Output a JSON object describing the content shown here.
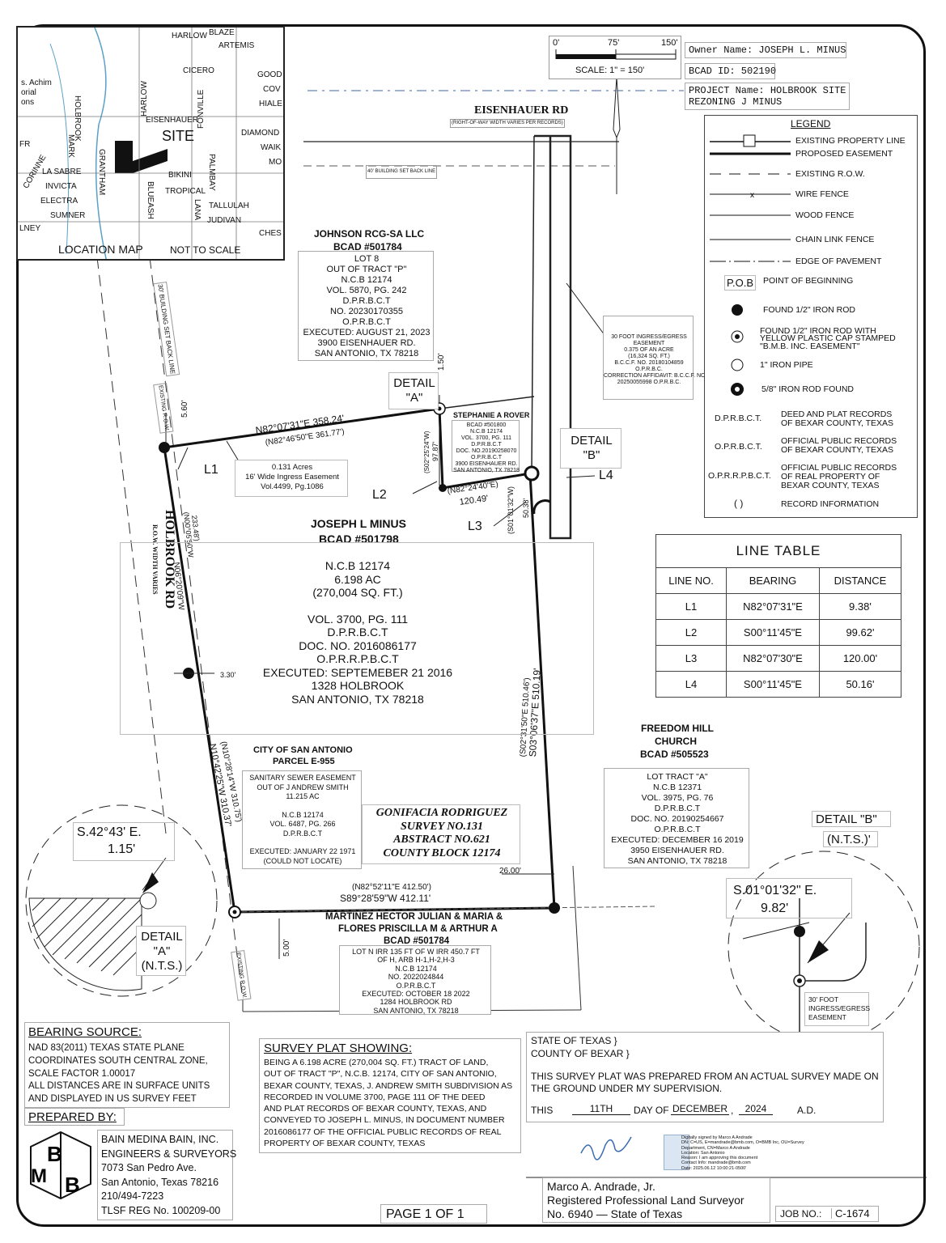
{
  "location_map": {
    "streets": [
      "HARLOW",
      "BLAZE",
      "ARTEMIS",
      "CICERO",
      "GOOD",
      "COV",
      "HIALE",
      "HOLBROOK",
      "HARLOW",
      "EISENHAUER",
      "FONVILLE",
      "DIAMOND",
      "WAIK",
      "MO",
      "LA SABRE",
      "GRANTHAM",
      "CORINNE",
      "INVICTA",
      "ELECTRA",
      "SUMNER",
      "PALMBAY",
      "BIKINI",
      "TROPICAL",
      "TALLULAH",
      "JUDIVAN",
      "CHES",
      "BLUEASH",
      "LNEY",
      "FR",
      "MARK",
      "LANA"
    ],
    "upper_left_labels": [
      "s. Achim",
      "orial",
      "ons"
    ],
    "site_label": "SITE",
    "title": "LOCATION MAP",
    "scale_note": "NOT TO SCALE"
  },
  "scale_bar": {
    "ticks": [
      "0'",
      "75'",
      "150'"
    ],
    "scale_text": "SCALE:   1\" = 150'"
  },
  "owner_box": {
    "owner": "Owner Name: JOSEPH L. MINUS",
    "bcad": "BCAD ID: 502190",
    "project_line1": "PROJECT Name: HOLBROOK SITE",
    "project_line2": "REZONING J MINUS"
  },
  "roads": {
    "eisenhauer": "EISENHAUER RD",
    "eisenhauer_row": "(RIGHT-OF-WAY WIDTH VARIES PER RECORDS)",
    "setback_40": "40' BUILDING SET BACK LINE",
    "setback_30": "30' BUILDING SET BACK LINE",
    "holbrook": "HOLBROOK RD",
    "holbrook_row": "R.O.W. WIDTH VARIES",
    "existing_row": "EXISTING R.O.W.",
    "existing_row2": "EXISTING R.O.W."
  },
  "johnson": {
    "title1": "JOHNSON RCG-SA LLC",
    "title2": "BCAD #501784",
    "lines": [
      "LOT 8",
      "OUT OF TRACT \"P\"",
      "N.C.B 12174",
      "VOL. 5870, PG. 242",
      "D.P.R.B.C.T",
      "NO. 20230170355",
      "O.P.R.B.C.T",
      "EXECUTED: AUGUST 21, 2023",
      "3900 EISENHAUER RD.",
      "SAN ANTONIO, TX 78218"
    ]
  },
  "easement_note": {
    "lines": [
      "30 FOOT INGRESS/EGRESS",
      "EASEMENT",
      "0.375 OF AN ACRE",
      "(16,324 SQ. FT.)",
      "B.C.C.F. NO. 20180104859",
      "O.P.R.B.C.",
      "CORRECTION AFFIDAVIT: B.C.C.F. NO.",
      "20250055998 O.P.R.B.C."
    ]
  },
  "rover": {
    "title": "STEPHANIE A ROVER",
    "lines": [
      "BCAD #501800",
      "N.C.B 12174",
      "VOL. 3700, PG. 111",
      "D.P.R.B.C.T",
      "DOC. NO.20190258070",
      "O.P.R.B.C.T",
      "3900 EISENHAUER RD.",
      "SAN ANTONIO, TX 78218"
    ]
  },
  "details_callouts": {
    "detail_a": [
      "DETAIL",
      "\"A\""
    ],
    "detail_b": [
      "DETAIL",
      "\"B\""
    ]
  },
  "line_labels": {
    "l1": "L1",
    "l2": "L2",
    "l3": "L3",
    "l4": "L4"
  },
  "dimensions": {
    "north_bearing": "N82°07'31\"E   358.24'",
    "north_record": "(N82°46'50\"E   361.77')",
    "ingress_lines": [
      "0.131 Acres",
      "16' Wide Ingress Easement",
      "Vol.4499, Pg.1086"
    ],
    "d560": "5.60'",
    "d150": "1.50'",
    "rover_west": "(S02°25'24\"W)",
    "rover_west_dist": "97.87'",
    "l3_record": "(N82°24'40\"E)",
    "l3_dist": "120.49'",
    "s_small": "(S01°01'32\"W)",
    "d5038": "50.38'",
    "east_record": "(S02°31'50\"E  510.46')",
    "east_bearing": "S03°06'37\"E  510.19'",
    "west_top1": "(N00°05'50\"W",
    "west_top2": "233.48')",
    "west_top3": "N06°20'09\"W",
    "d330": "3.30'",
    "west_low1": "(N10°28'14\"W  310.75')",
    "west_low2": "N10°42'25\"W  310.37'",
    "south_record": "(N82°52'11\"E   412.50')",
    "south_bearing": "S89°28'59\"W   412.11'",
    "d2600": "26.00'",
    "d500": "5.00'"
  },
  "subject": {
    "title1": "JOSEPH L MINUS",
    "title2": "BCAD #501798",
    "lines": [
      "N.C.B 12174",
      "6.198 AC",
      "(270,004 SQ. FT.)",
      "",
      "VOL. 3700, PG. 111",
      "D.P.R.B.C.T",
      "DOC. NO. 2016086177",
      "O.P.R.R.P.B.C.T",
      "EXECUTED: SEPTEMEBER 21 2016",
      "1328 HOLBROOK",
      "SAN ANTONIO, TX 78218"
    ]
  },
  "city": {
    "title1": "CITY OF SAN ANTONIO",
    "title2": "PARCEL E-955",
    "lines": [
      "SANITARY SEWER EASEMENT",
      "OUT OF J ANDREW SMITH",
      "11.215 AC",
      "",
      "N.C.B 12174",
      "VOL. 6487, PG. 266",
      "D.P.R.B.C.T",
      "",
      "EXECUTED: JANUARY 22 1971",
      "(COULD NOT LOCATE)"
    ]
  },
  "survey": {
    "lines": [
      "GONIFACIA RODRIGUEZ",
      "SURVEY NO.131",
      "ABSTRACT NO.621",
      "COUNTY BLOCK 12174"
    ]
  },
  "freedom": {
    "title1": "FREEDOM HILL",
    "title2": "CHURCH",
    "title3": "BCAD #505523",
    "lines": [
      "LOT TRACT \"A\"",
      "N.C.B 12371",
      "VOL. 3975, PG. 76",
      "D.P.R.B.C.T",
      "DOC. NO. 20190254667",
      "O.P.R.B.C.T",
      "EXECUTED: DECEMBER 16 2019",
      "3950 EISENHAUER RD.",
      "SAN ANTONIO, TX 78218"
    ]
  },
  "martinez": {
    "title1": "MARTINEZ HECTOR JULIAN & MARIA &",
    "title2": "FLORES PRISCILLA M & ARTHUR A",
    "title3": "BCAD #501784",
    "lines": [
      "LOT N IRR 135 FT OF W IRR 450.7 FT",
      "OF H, ARB H-1,H-2,H-3",
      "N.C.B 12174",
      "NO. 2022024844",
      "O.P.R.B.C.T",
      "EXECUTED: OCTOBER 18 2022",
      "1284 HOLBROOK RD",
      "SAN ANTONIO, TX 78218"
    ]
  },
  "detail_a_inset": {
    "bearing": "S.42°43' E.",
    "dist": "1.15'",
    "label1": "DETAIL",
    "label2": "\"A\"",
    "label3": "(N.T.S.)"
  },
  "detail_b_inset": {
    "title": "DETAIL \"B\"",
    "nts": "(N.T.S.)'",
    "bearing": "S.01°01'32\" E.",
    "dist": "9.82'",
    "note": [
      "30' FOOT",
      "INGRESS/EGRESS",
      "EASEMENT"
    ]
  },
  "legend": {
    "title": "LEGEND",
    "items": [
      "EXISTING PROPERTY LINE",
      "PROPOSED EASEMENT",
      "EXISTING R.O.W.",
      "WIRE FENCE",
      "WOOD FENCE",
      "CHAIN LINK FENCE",
      "EDGE OF PAVEMENT"
    ],
    "pob_abbr": "P.O.B",
    "pob": "POINT OF BEGINNING",
    "found_half": "FOUND 1/2\" IRON ROD",
    "found_cap1": "FOUND 1/2\" IRON ROD WITH",
    "found_cap2": "YELLOW PLASTIC CAP STAMPED",
    "found_cap3": "\"B.M.B. INC. EASEMENT\"",
    "pipe": "1\" IRON PIPE",
    "rod58": "5/8\" IRON ROD FOUND",
    "abbr": [
      {
        "code": "D.P.R.B.C.T.",
        "l1": "DEED AND PLAT RECORDS",
        "l2": "OF BEXAR COUNTY, TEXAS",
        "l3": ""
      },
      {
        "code": "O.P.R.B.C.T.",
        "l1": "OFFICIAL PUBLIC RECORDS",
        "l2": "OF BEXAR COUNTY, TEXAS",
        "l3": ""
      },
      {
        "code": "O.P.R.R.P.B.C.T.",
        "l1": "OFFICIAL PUBLIC RECORDS",
        "l2": "OF REAL PROPERTY OF",
        "l3": "BEXAR COUNTY, TEXAS"
      }
    ],
    "record_sym": "(   )",
    "record": "RECORD INFORMATION"
  },
  "line_table": {
    "title": "LINE TABLE",
    "headers": [
      "LINE NO.",
      "BEARING",
      "DISTANCE"
    ],
    "rows": [
      [
        "L1",
        "N82°07'31\"E",
        "9.38'"
      ],
      [
        "L2",
        "S00°11'45\"E",
        "99.62'"
      ],
      [
        "L3",
        "N82°07'30\"E",
        "120.00'"
      ],
      [
        "L4",
        "S00°11'45\"E",
        "50.16'"
      ]
    ]
  },
  "bearing_source": {
    "title": "BEARING SOURCE:",
    "lines": [
      "NAD 83(2011) TEXAS STATE PLANE",
      "COORDINATES SOUTH CENTRAL ZONE,",
      "SCALE FACTOR 1.00017",
      "ALL DISTANCES ARE IN SURFACE UNITS",
      "AND DISPLAYED IN US SURVEY FEET"
    ]
  },
  "prepared_by": {
    "title": "PREPARED BY:",
    "lines": [
      "BAIN MEDINA BAIN, INC.",
      "ENGINEERS & SURVEYORS",
      "7073 San Pedro Ave.",
      "San Antonio, Texas 78216",
      "210/494-7223",
      "TLSF REG No. 100209-00"
    ],
    "logo_letters": "BMB"
  },
  "survey_plat": {
    "title": "SURVEY PLAT SHOWING:",
    "lines": [
      "BEING A 6.198 ACRE (270,004 SQ. FT.) TRACT OF LAND,",
      "OUT OF TRACT \"P\", N.C.B. 12174, CITY OF SAN ANTONIO,",
      "BEXAR COUNTY, TEXAS, J. ANDREW SMITH SUBDIVISION AS",
      "RECORDED IN VOLUME 3700, PAGE 111 OF THE DEED",
      "AND PLAT RECORDS OF BEXAR COUNTY, TEXAS, AND",
      "CONVEYED TO JOSEPH L. MINUS, IN DOCUMENT NUMBER",
      "2016086177 OF THE OFFICIAL PUBLIC RECORDS OF REAL",
      "PROPERTY OF BEXAR COUNTY, TEXAS"
    ]
  },
  "certification": {
    "state": "STATE OF TEXAS }",
    "county": "COUNTY OF BEXAR }",
    "line1": "THIS SURVEY PLAT WAS PREPARED FROM AN ACTUAL SURVEY MADE ON",
    "line2": "THE GROUND UNDER MY SUPERVISION.",
    "this": "THIS",
    "day_value": "11TH",
    "day_of": "DAY OF",
    "month_value": "DECEMBER",
    "year_value": "2024",
    "ad": "A.D."
  },
  "signature": {
    "digital": [
      "Digitally signed by Marco A Andrade",
      "DN: C=US, E=mandrade@bmb.com, O=BMB Inc, OU=Survey",
      "Department, CN=Marco A Andrade",
      "Location: San Antonio",
      "Reason: I am approving this document",
      "Contact Info: mandrade@bmb.com",
      "Date: 2025.06.12 10:00:21-0500'"
    ]
  },
  "surveyor": {
    "name": "Marco A. Andrade, Jr.",
    "title": "Registered Professional Land Surveyor",
    "no": "No. 6940 — State of Texas"
  },
  "page": "PAGE 1 OF 1",
  "job": {
    "label": "JOB NO.:",
    "value": "C-1674"
  }
}
